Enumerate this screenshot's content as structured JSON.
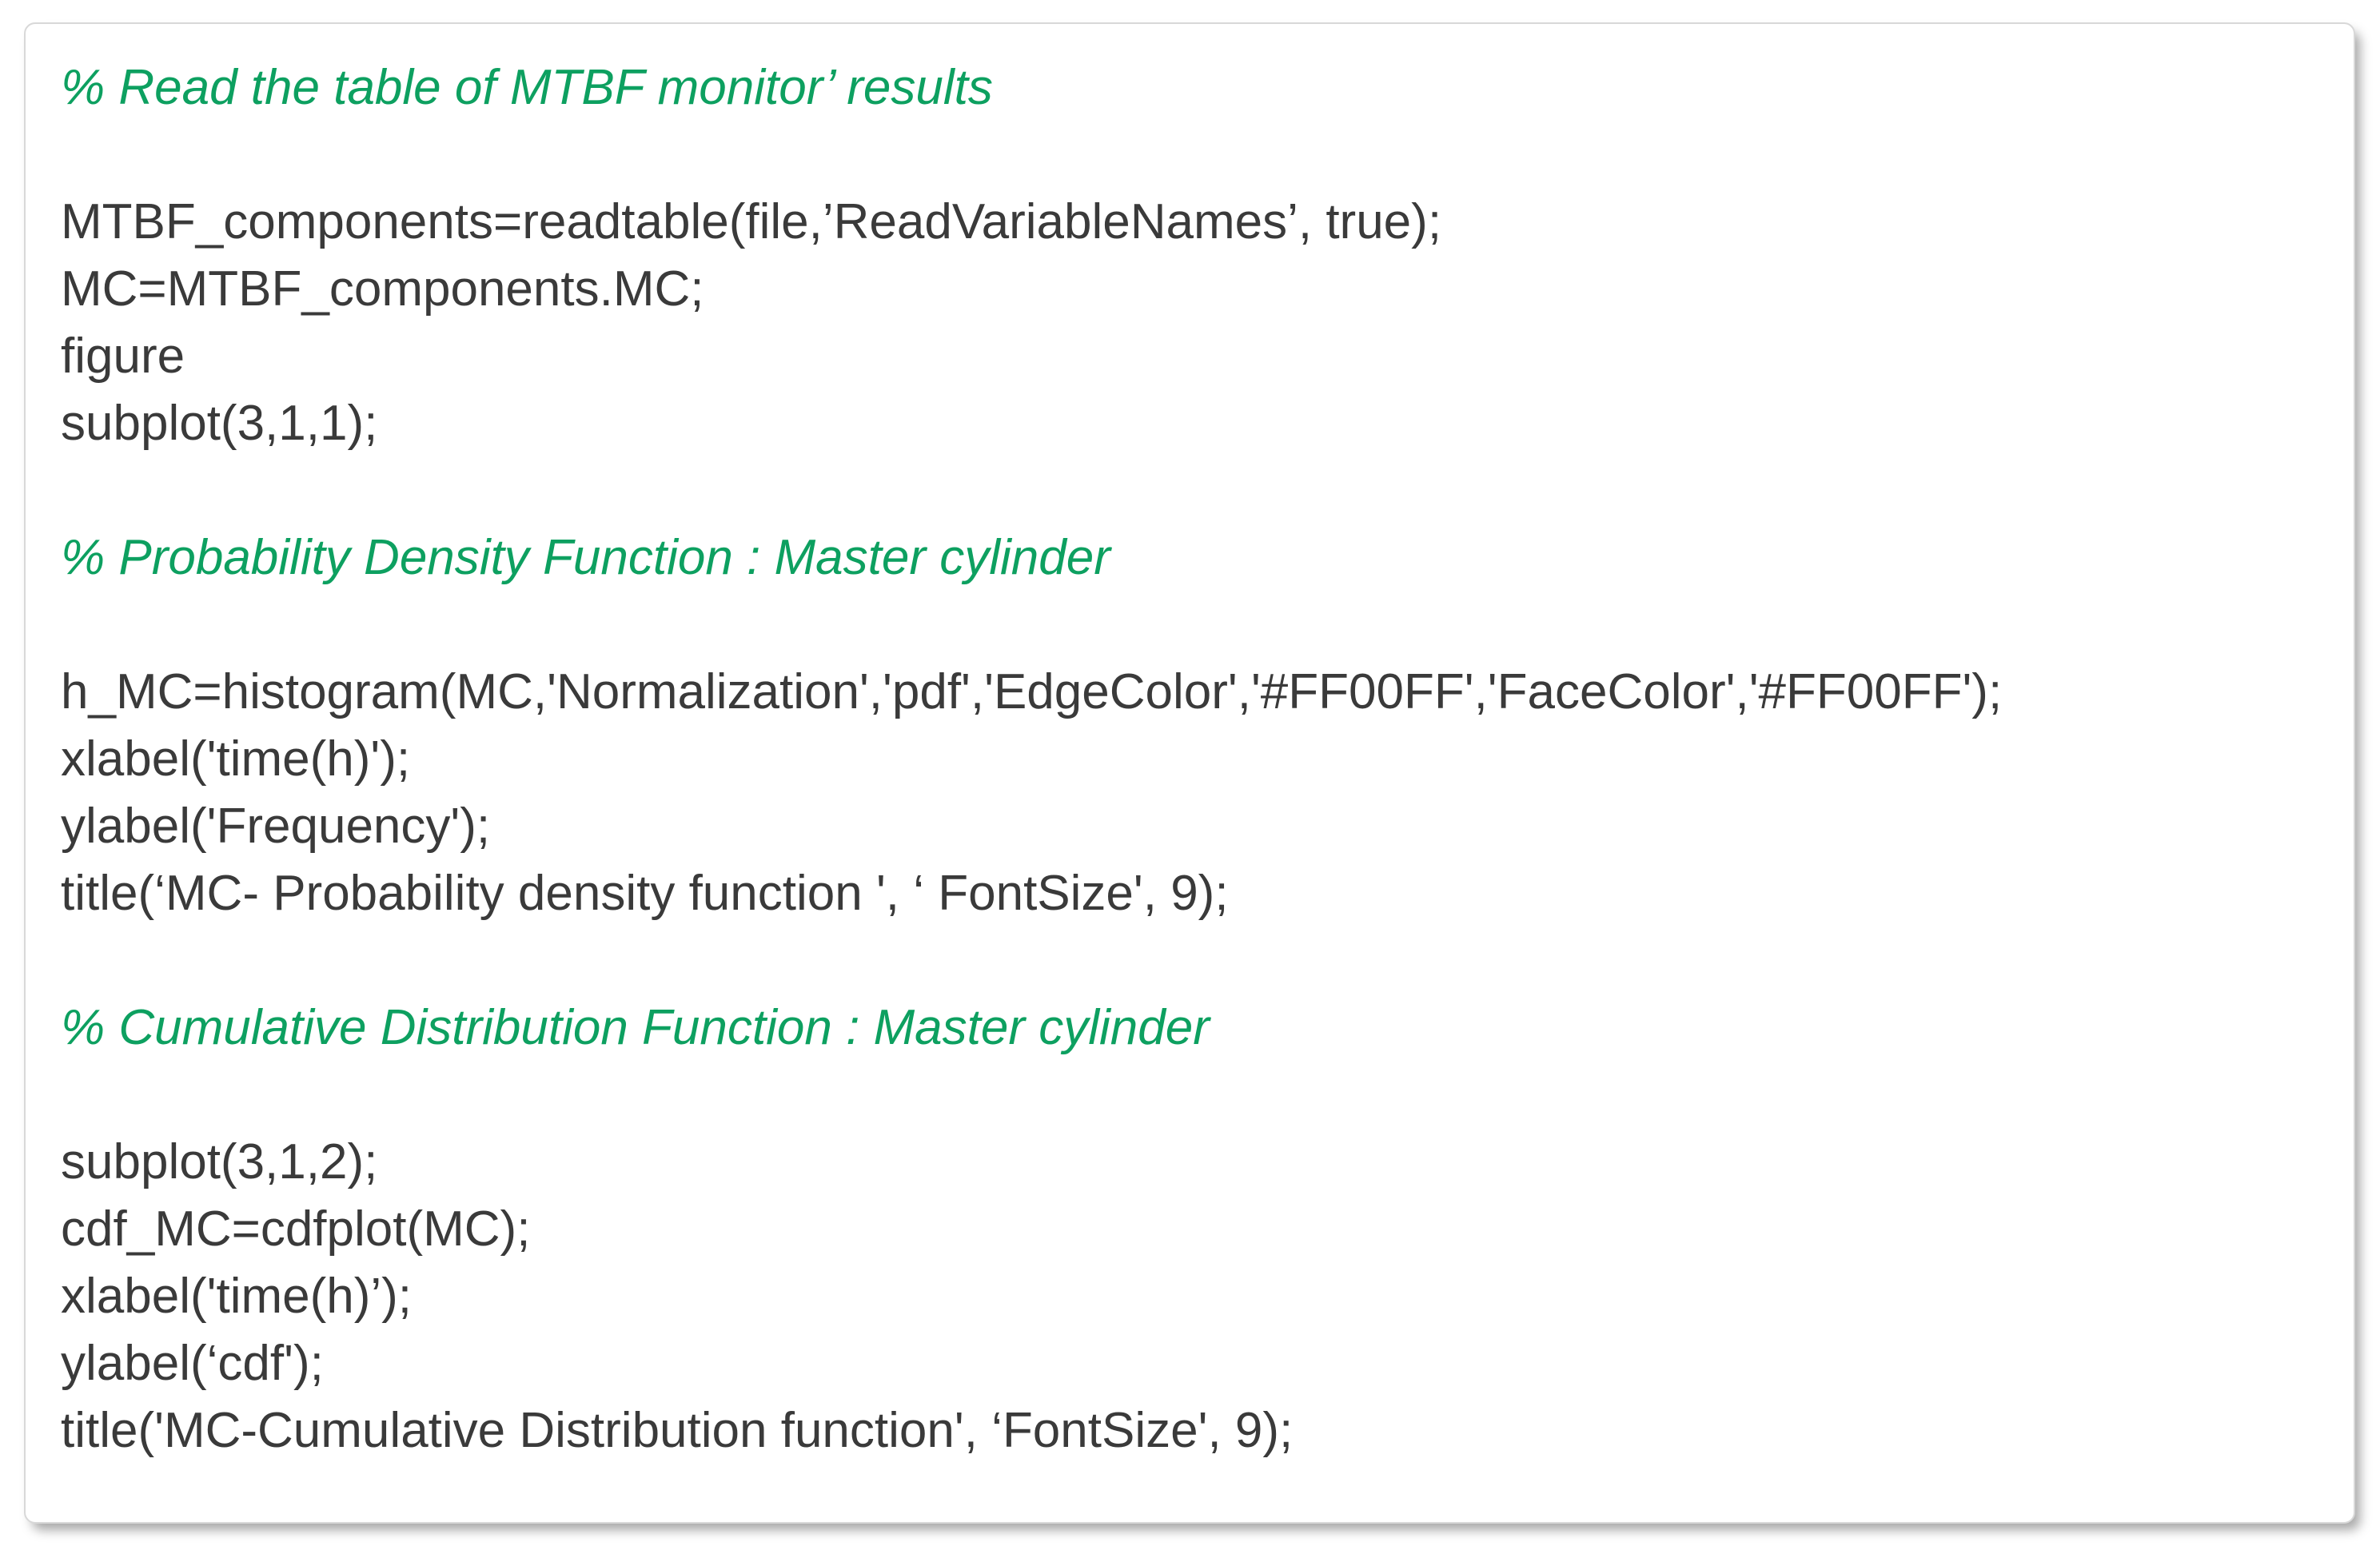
{
  "colors": {
    "comment_green": "#0da060",
    "code_text": "#3a3a3a",
    "card_border": "#d8d8d8",
    "card_background": "#ffffff"
  },
  "snippet": {
    "sections": [
      {
        "comment": "% Read the table of MTBF monitor’ results",
        "code": [
          "MTBF_components=readtable(file,’ReadVariableNames’, true);",
          "MC=MTBF_components.MC;",
          "figure",
          "subplot(3,1,1);"
        ]
      },
      {
        "comment": "% Probability Density Function : Master cylinder",
        "code": [
          "h_MC=histogram(MC,'Normalization','pdf','EdgeColor','#FF00FF','FaceColor','#FF00FF');",
          "xlabel('time(h)');",
          "ylabel('Frequency');",
          "title(‘MC- Probability density function ', ‘ FontSize', 9);"
        ]
      },
      {
        "comment": "% Cumulative Distribution Function : Master cylinder",
        "code": [
          "subplot(3,1,2);",
          "cdf_MC=cdfplot(MC);",
          "xlabel('time(h)’);",
          "ylabel(‘cdf');",
          "title('MC-Cumulative Distribution function', ‘FontSize', 9);"
        ]
      }
    ]
  }
}
